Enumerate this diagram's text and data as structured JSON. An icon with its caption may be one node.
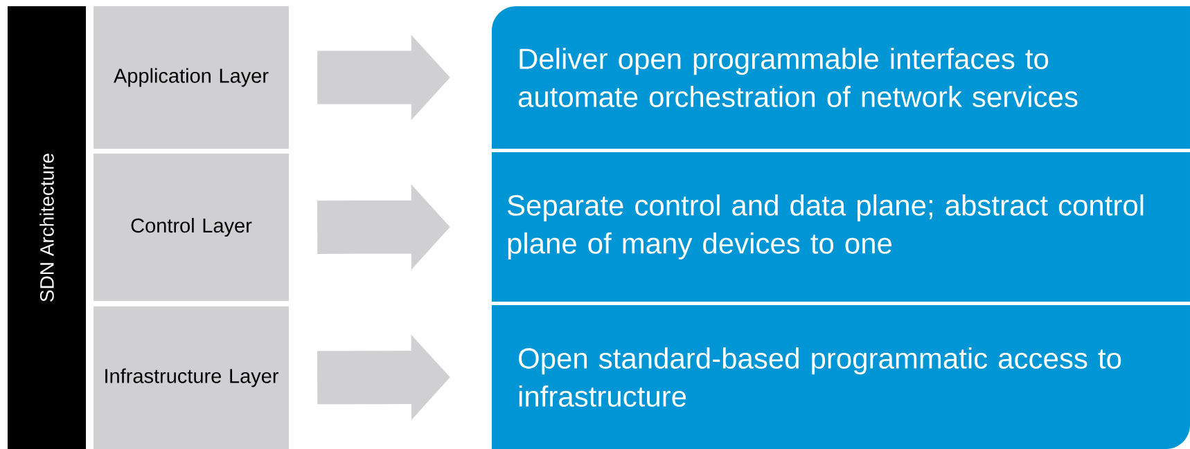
{
  "diagram": {
    "nodes": [
      {
        "text": [
          "SDN Architecture"
        ]
      },
      {
        "text": [
          "Application Layer"
        ]
      },
      {
        "text": [
          "Control Layer"
        ]
      },
      {
        "text": [
          "Infrastructure Layer"
        ]
      },
      {
        "text": [
          "Deliver open programmable interfaces to automate orchestration of network services"
        ]
      },
      {
        "text": [
          "Separate control and data plane; abstract control plane of many devices to one"
        ]
      },
      {
        "text": [
          "Open standard-based programmatic access to infrastructure"
        ]
      }
    ],
    "edges": [
      {
        "from": 1,
        "to": 4,
        "arrow": "to"
      },
      {
        "from": 2,
        "to": 5,
        "arrow": "to"
      },
      {
        "from": 3,
        "to": 6,
        "arrow": "to"
      }
    ]
  }
}
